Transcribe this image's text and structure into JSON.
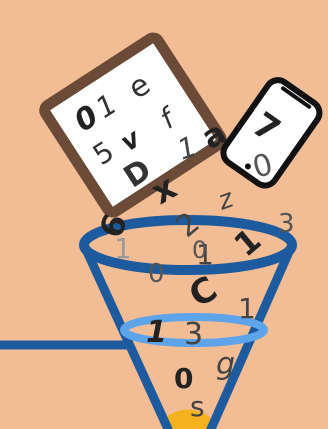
{
  "colors": {
    "background": "#f2bc94",
    "tablet_frame": "#6b4a38",
    "tablet_screen": "#ffffff",
    "phone_frame": "#111111",
    "funnel_blue": "#1d5a9e",
    "funnel_light_blue": "#5da4ea",
    "spout_gold": "#f5b21f",
    "glyph_dark": "#222222",
    "glyph_mid": "#4a4a4a",
    "glyph_light": "#9a9a9a"
  },
  "icons": {
    "tablet": "tablet-icon",
    "phone": "smartphone-icon",
    "funnel": "funnel-icon"
  },
  "tablet_glyphs": [
    "0",
    "1",
    "e",
    "5",
    "v",
    "f",
    "D"
  ],
  "falling_glyphs": [
    "1",
    "a",
    "7",
    "0",
    "x",
    "z",
    "6",
    "3",
    "1",
    "0",
    "2",
    "1",
    "1",
    "0",
    "C",
    "1"
  ],
  "funnel_glyphs": [
    "1",
    "3",
    "g",
    "0",
    "s"
  ]
}
